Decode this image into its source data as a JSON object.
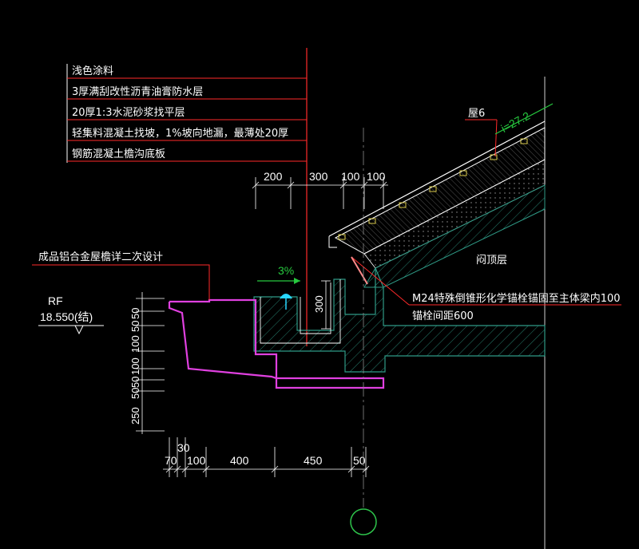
{
  "layer_notes": [
    "浅色涂料",
    "3厚满刮改性沥青油膏防水层",
    "20厚1:3水泥砂浆找平层",
    "轻集料混凝土找坡，1%坡向地漏，最薄处20厚",
    "钢筋混凝土檐沟底板"
  ],
  "labels": {
    "tile": "屋6",
    "slope": "i=27.2",
    "gutter_note": "成品铝合金屋檐详二次设计",
    "roof_layer": "闷顶层",
    "anchor_line1": "M24特殊倒锥形化学锚栓锚固至主体梁内100",
    "anchor_line2": "锚栓间距600",
    "rf": "RF",
    "elevation": "18.550(结)",
    "gutter_slope": "3%",
    "upstand_height": "300"
  },
  "dims_top": [
    "200",
    "300",
    "100",
    "100"
  ],
  "dims_bottom_upper": [
    "30"
  ],
  "dims_bottom": [
    "70",
    "100",
    "400",
    "450",
    "50"
  ],
  "dims_left": [
    "50",
    "50",
    "100",
    "100",
    "50",
    "50",
    "250"
  ],
  "colors": {
    "background": "#000000",
    "line": "#ffffff",
    "leader": "#ff2a2a",
    "gutter_outline": "#e040e0",
    "concrete": "#2f9a86",
    "axis_circle": "#2ec44b",
    "slope_arrow": "#27c93f",
    "drain": "#28d7ff"
  }
}
